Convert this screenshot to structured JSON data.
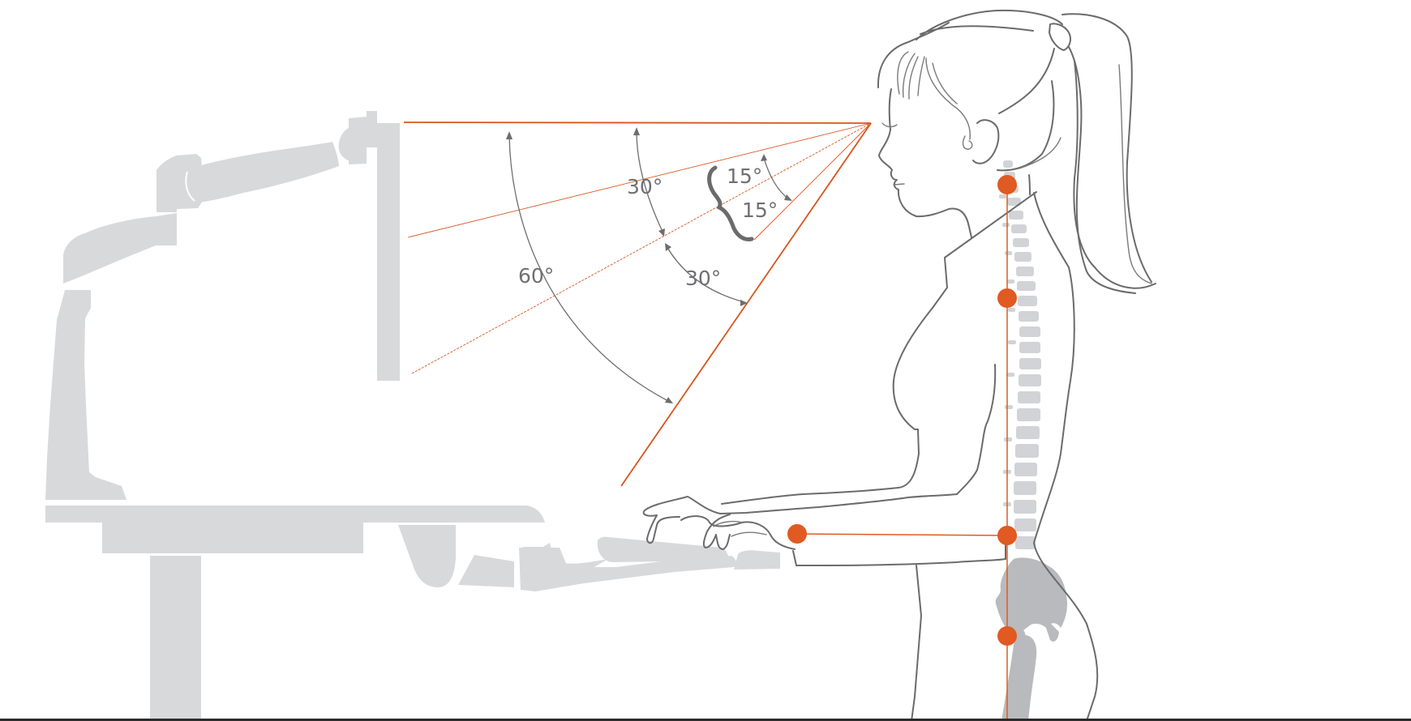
{
  "diagram": {
    "subject": "Ergonomic standing workstation — viewing angles and posture alignment",
    "colors": {
      "sight_line": "#d9541e",
      "joint_marker": "#e05a22",
      "furniture": "#d8d9db",
      "outline": "#6b6b6d",
      "label_text": "#707073"
    },
    "angle_labels": [
      {
        "id": "outer",
        "text": "60°"
      },
      {
        "id": "upper-range",
        "text": "30°"
      },
      {
        "id": "optimal-upper",
        "text": "15°"
      },
      {
        "id": "optimal-lower",
        "text": "15°"
      },
      {
        "id": "lower-range",
        "text": "30°"
      }
    ],
    "elements": {
      "monitor": "Monitor on articulating arm",
      "desk": "Standing desk",
      "keyboard_tray": "Keyboard tray",
      "figure": "Standing woman typing",
      "joints": [
        "neck",
        "shoulder",
        "elbow",
        "hip",
        "wrist"
      ]
    }
  }
}
